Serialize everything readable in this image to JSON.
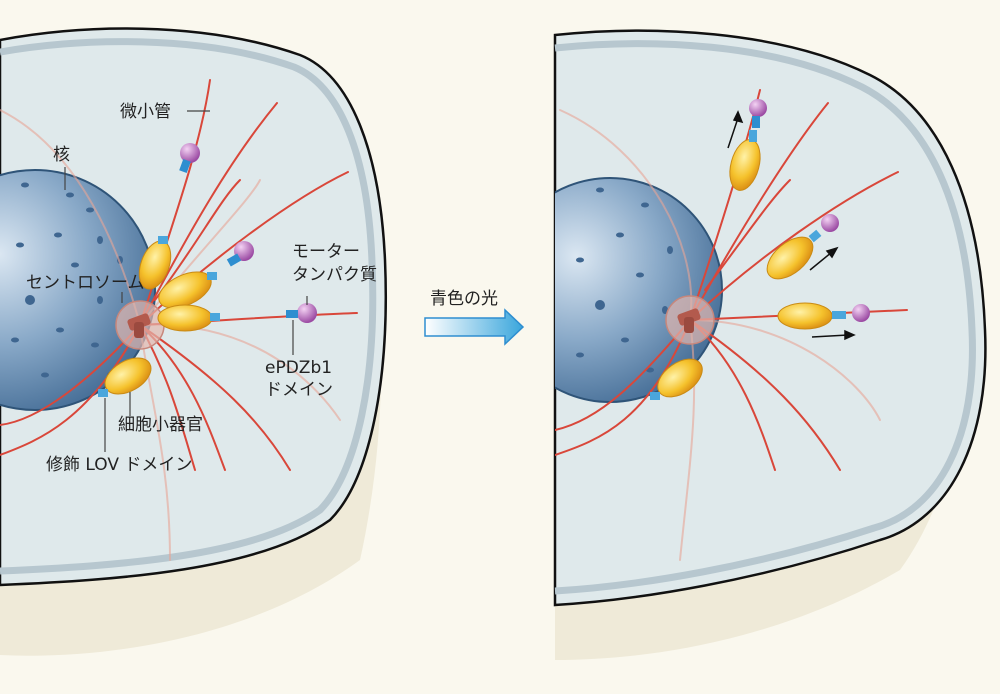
{
  "labels": {
    "microtubule": "微小管",
    "nucleus": "核",
    "centrosome": "セントロソーム",
    "motor_protein_1": "モーター",
    "motor_protein_2": "タンパク質",
    "epdzb1_1": "ePDZb1",
    "epdzb1_2": "ドメイン",
    "organelle": "細胞小器官",
    "lov_domain": "修飾 LOV ドメイン",
    "blue_light": "青色の光"
  },
  "colors": {
    "background": "#faf8ee",
    "cytoplasm": "#dfe9eb",
    "nucleus": "#5d86ad",
    "microtubule": "#d9473a",
    "organelle": "#f3b82a",
    "motor": "#b565b8",
    "lov": "#4aa6dc",
    "arrow": "#3aa6dc"
  }
}
